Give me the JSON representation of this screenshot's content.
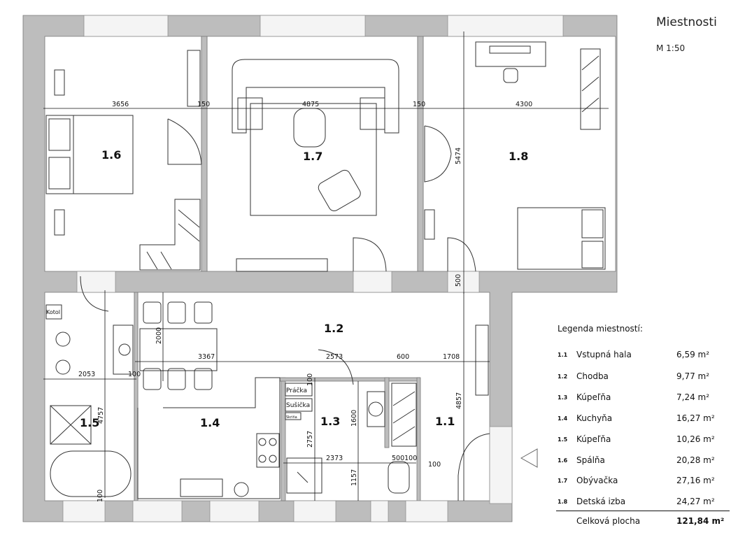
{
  "header": {
    "title": "Miestnosti",
    "scale": "M 1:50"
  },
  "rooms": [
    {
      "id": "1.6",
      "label": "1.6"
    },
    {
      "id": "1.7",
      "label": "1.7"
    },
    {
      "id": "1.8",
      "label": "1.8"
    },
    {
      "id": "1.2",
      "label": "1.2"
    },
    {
      "id": "1.5",
      "label": "1.5"
    },
    {
      "id": "1.4",
      "label": "1.4"
    },
    {
      "id": "1.3",
      "label": "1.3"
    },
    {
      "id": "1.1",
      "label": "1.1"
    }
  ],
  "dimensions": {
    "d3656": "3656",
    "d150a": "150",
    "d4875": "4875",
    "d150b": "150",
    "d4300": "4300",
    "d5474": "5474",
    "d500": "500",
    "d2000": "2000",
    "d3367": "3367",
    "d2573": "2573",
    "d600": "600",
    "d1708": "1708",
    "d2053": "2053",
    "d100a": "100",
    "d4757": "4757",
    "d100b": "100",
    "d1600": "1600",
    "d2757": "2757",
    "d4857": "4857",
    "d2373": "2373",
    "d500100": "500100",
    "d100c": "100",
    "d1157": "1157",
    "d100d": "100"
  },
  "fixtures": {
    "kotol": "Kotol",
    "pracka": "Práčka",
    "susicka": "Sušička",
    "skrina": "Skriňa"
  },
  "legend": {
    "title": "Legenda miestností:",
    "items": [
      {
        "num": "1.1",
        "name": "Vstupná hala",
        "area": "6,59 m²"
      },
      {
        "num": "1.2",
        "name": "Chodba",
        "area": "9,77 m²"
      },
      {
        "num": "1.3",
        "name": "Kúpeľňa",
        "area": "7,24 m²"
      },
      {
        "num": "1.4",
        "name": "Kuchyňa",
        "area": "16,27 m²"
      },
      {
        "num": "1.5",
        "name": "Kúpeľňa",
        "area": "10,26 m²"
      },
      {
        "num": "1.6",
        "name": "Spálňa",
        "area": "20,28 m²"
      },
      {
        "num": "1.7",
        "name": "Obývačka",
        "area": "27,16 m²"
      },
      {
        "num": "1.8",
        "name": "Detská izba",
        "area": "24,27 m²"
      }
    ],
    "total_label": "Celková plocha",
    "total_area": "121,84 m²"
  },
  "colors": {
    "wall": "#bdbdbd",
    "line": "#222222",
    "window": "#f2f2f2"
  }
}
